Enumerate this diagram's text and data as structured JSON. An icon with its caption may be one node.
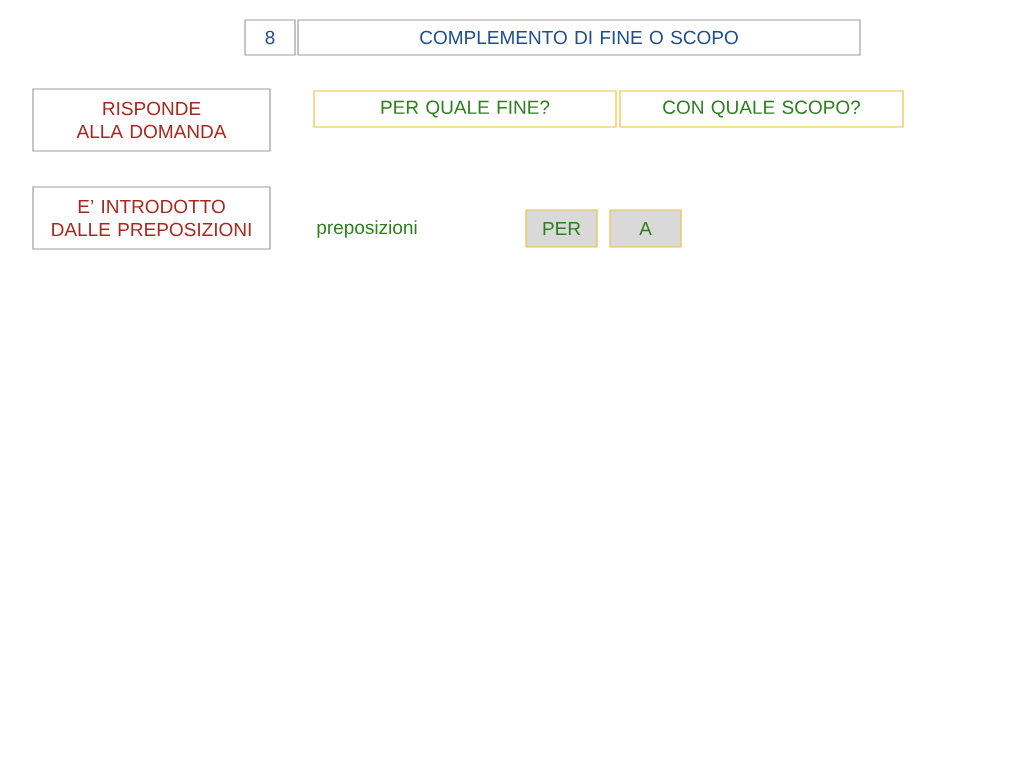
{
  "diagram": {
    "nodes": [
      {
        "text": [
          "8"
        ]
      },
      {
        "text": [
          "COMPLEMENTO DI FINE O SCOPO"
        ]
      },
      {
        "text": [
          "RISPONDE ALLA DOMANDA"
        ]
      },
      {
        "text": [
          "PER QUALE FINE?"
        ]
      },
      {
        "text": [
          "CON QUALE SCOPO?"
        ]
      },
      {
        "text": [
          "E’ INTRODOTTO DALLE PREPOSIZIONI"
        ]
      },
      {
        "text": [
          "PER"
        ]
      },
      {
        "text": [
          "A"
        ]
      }
    ],
    "labels": [
      "preposizioni"
    ]
  }
}
